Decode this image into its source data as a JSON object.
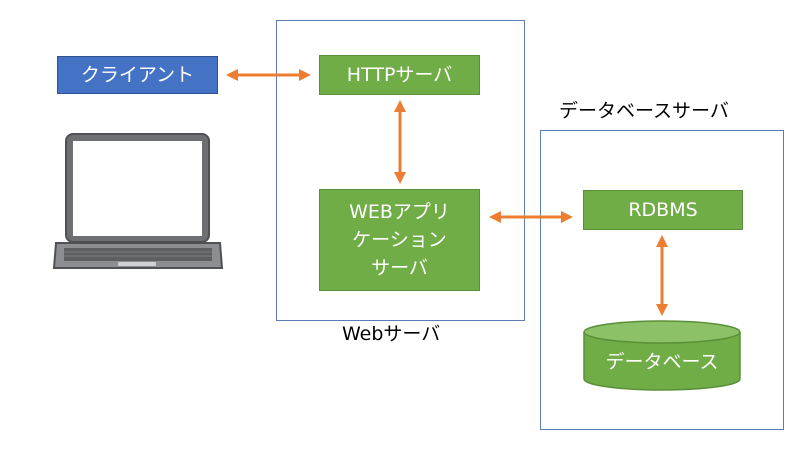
{
  "client": {
    "label": "クライアント"
  },
  "web_server": {
    "caption": "Webサーバ",
    "http_server_label": "HTTPサーバ",
    "web_app_server_label": "WEBアプリ\nケーション\nサーバ"
  },
  "db_server": {
    "caption": "データベースサーバ",
    "rdbms_label": "RDBMS",
    "database_label": "データベース"
  },
  "colors": {
    "client_box": "#4472c4",
    "server_box": "#70ad47",
    "frame_border": "#5b7db1",
    "arrow": "#ed7d31"
  },
  "icons": [
    "laptop-icon",
    "database-cylinder-icon"
  ]
}
